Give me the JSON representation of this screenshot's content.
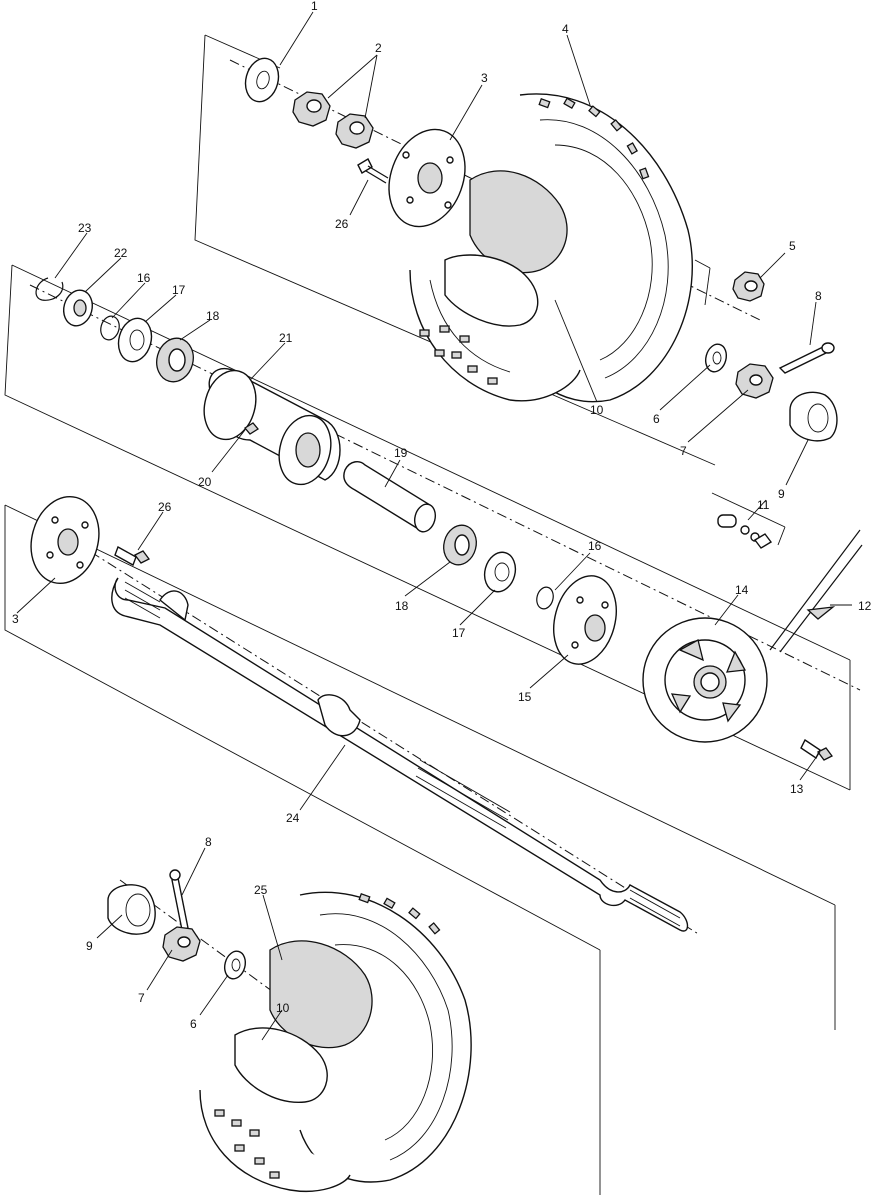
{
  "callouts": {
    "c1": "1",
    "c2": "2",
    "c3a": "3",
    "c3b": "3",
    "c4": "4",
    "c5": "5",
    "c6a": "6",
    "c6b": "6",
    "c7a": "7",
    "c7b": "7",
    "c8a": "8",
    "c8b": "8",
    "c9a": "9",
    "c9b": "9",
    "c10a": "10",
    "c10b": "10",
    "c11": "11",
    "c12": "12",
    "c13": "13",
    "c14": "14",
    "c15": "15",
    "c16a": "16",
    "c16b": "16",
    "c17a": "17",
    "c17b": "17",
    "c18a": "18",
    "c18b": "18",
    "c19": "19",
    "c20": "20",
    "c21": "21",
    "c22": "22",
    "c23": "23",
    "c24": "24",
    "c25": "25",
    "c26a": "26",
    "c26b": "26"
  }
}
